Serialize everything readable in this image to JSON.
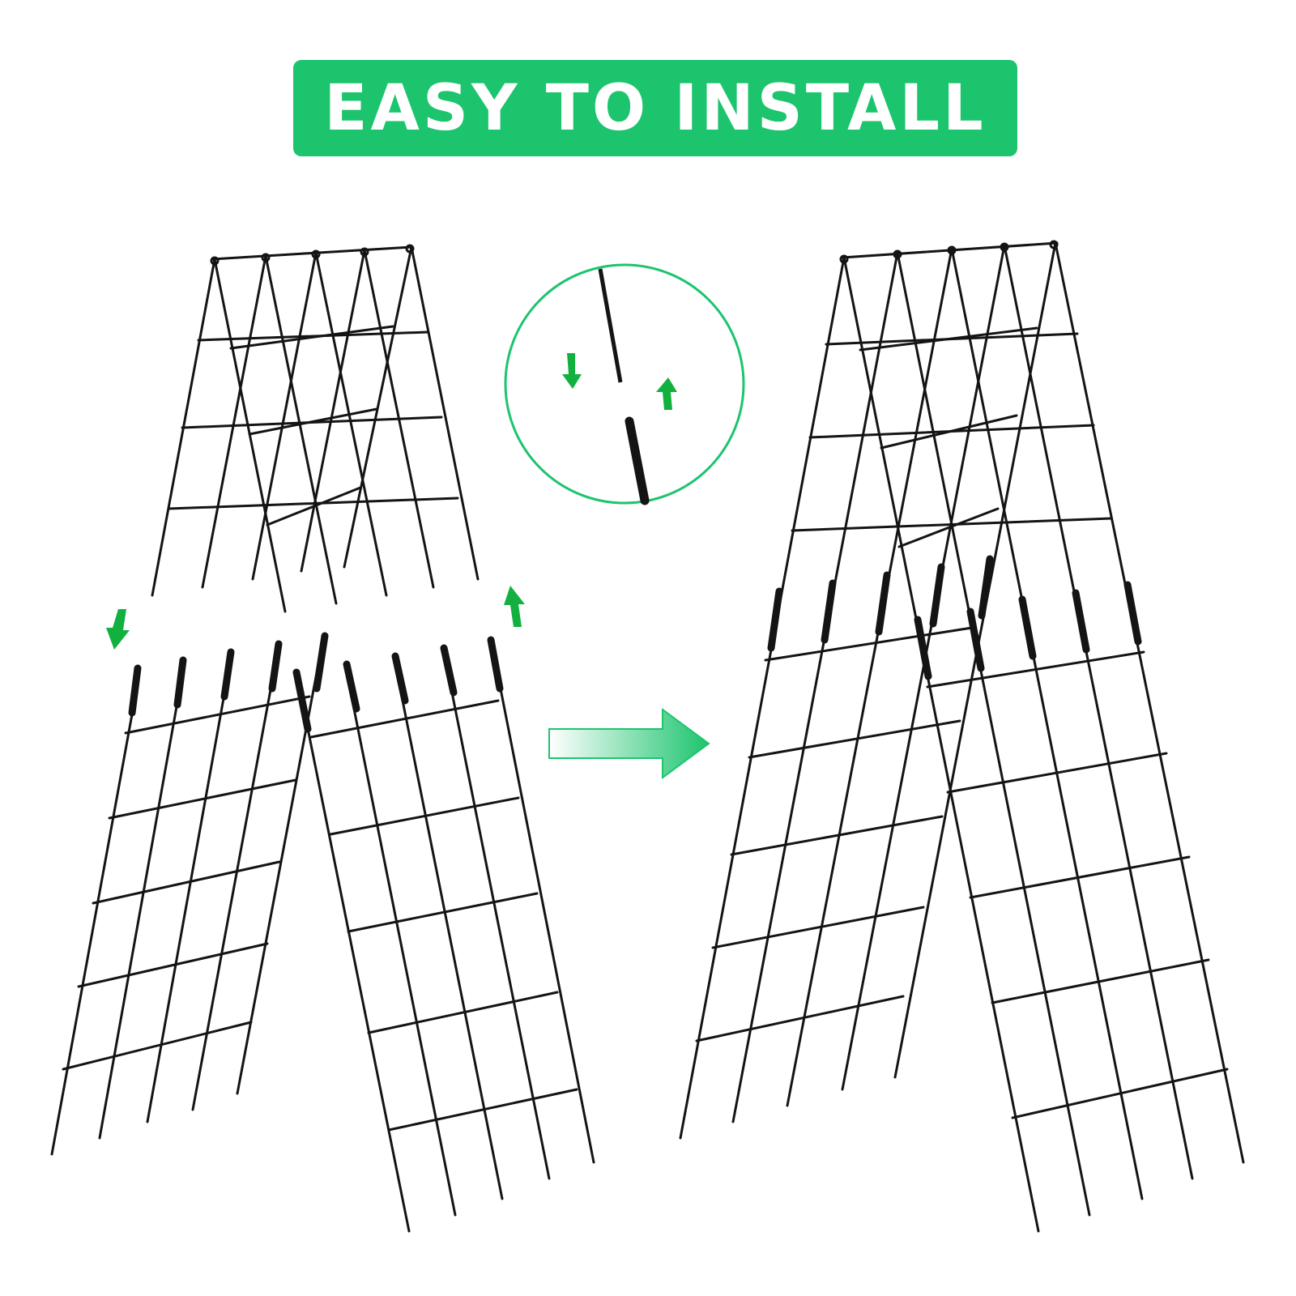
{
  "banner": {
    "title": "EASY TO INSTALL"
  },
  "colors": {
    "brand_green": "#1DC46E",
    "arrow_green": "#12B13F",
    "frame_black": "#141414",
    "background": "#FFFFFF"
  },
  "illustration": {
    "top_section": "a-frame-top-half",
    "bottom_section": "a-frame-bottom-half",
    "assembled": "assembled-a-frame-trellis",
    "detail": "pole-connector-detail",
    "direction_arrow": "right-arrow-icon"
  }
}
